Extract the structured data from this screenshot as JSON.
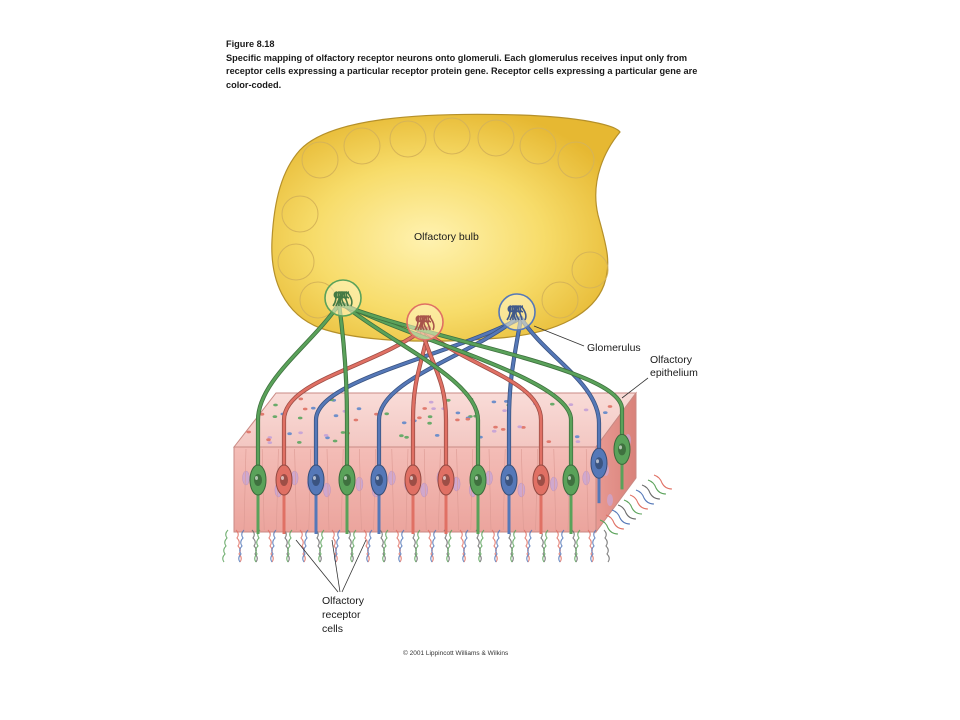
{
  "caption": {
    "figure_number": "Figure 8.18",
    "text": "Specific mapping of olfactory receptor neurons onto glomeruli. Each glomerulus receives input only from receptor cells expressing a particular receptor protein gene. Receptor cells expressing a particular gene are color-coded."
  },
  "labels": {
    "olfactory_bulb": "Olfactory bulb",
    "glomerulus": "Glomerulus",
    "epithelium_line1": "Olfactory",
    "epithelium_line2": "epithelium",
    "receptor_line1": "Olfactory",
    "receptor_line2": "receptor",
    "receptor_line3": "cells"
  },
  "copyright": "© 2001 Lippincott Williams & Wilkins",
  "colors": {
    "green": "#5aa25a",
    "red": "#e07064",
    "blue": "#5578b8",
    "bulb": "#f6d75e",
    "epithelium": "#f2b2ad"
  },
  "receptor_genes": [
    "green",
    "red",
    "blue"
  ]
}
